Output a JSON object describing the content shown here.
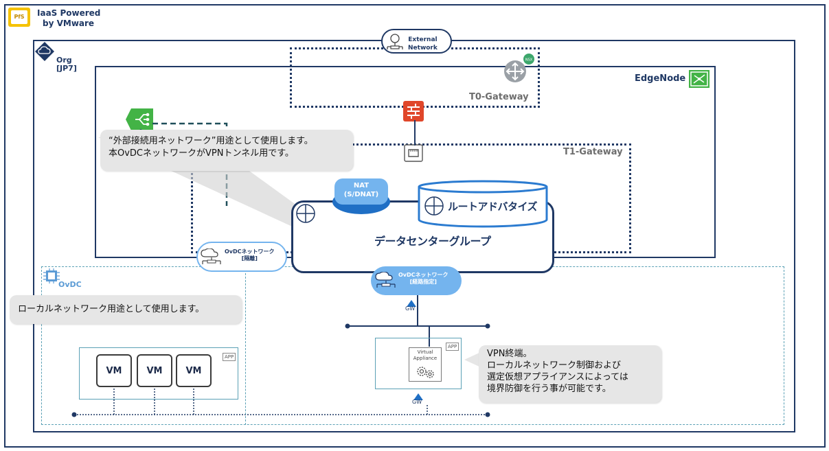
{
  "header": {
    "logo_text": "PfS",
    "title_line1": "IaaS Powered",
    "title_line2": "by VMware"
  },
  "org": {
    "line1": "Org",
    "line2": "[JP7]"
  },
  "external_network": {
    "line1": "External",
    "line2": "Network"
  },
  "t0": {
    "label": "T0-Gateway",
    "nsx_badge": "NSX"
  },
  "edge_node": {
    "label": "EdgeNode"
  },
  "t1": {
    "label": "T1-Gateway"
  },
  "nat": {
    "line1": "NAT",
    "line2": "(S/DNAT)"
  },
  "route_advertise": {
    "label": "ルートアドバタイズ"
  },
  "dc_group": {
    "label": "データセンターグループ"
  },
  "ovdc_net_isolated": {
    "line1": "OvDCネットワーク",
    "line2": "[隔離]"
  },
  "ovdc_net_routed": {
    "line1": "OvDCネットワーク",
    "line2": "[経路指定]"
  },
  "ovdc": {
    "label": "OvDC"
  },
  "gw_labels": {
    "routed": "GW",
    "appliance": "GW"
  },
  "callouts": {
    "external_line1": "“外部接続用ネットワーク”用途として使用します。",
    "external_line2": "本OvDCネットワークがVPNトンネル用です。",
    "local": "ローカルネットワーク用途として使用します。",
    "vpn_line1": "VPN終端。",
    "vpn_line2": "ローカルネットワーク制御および",
    "vpn_line3": "選定仮想アプライアンスによっては",
    "vpn_line4": "境界防御を行う事が可能です。"
  },
  "vms": [
    "VM",
    "VM",
    "VM"
  ],
  "app_tags": {
    "vm_group": "APP",
    "appliance": "APP"
  },
  "virtual_appliance": {
    "line1": "Virtual",
    "line2": "Appliance"
  },
  "colors": {
    "navy": "#1f3864",
    "light_blue": "#5b9bd5",
    "pill_blue": "#74b4ee",
    "dashed_teal": "#5aa0b5",
    "firewall": "#e0462a",
    "green": "#43b346",
    "yellow": "#f5c200"
  }
}
